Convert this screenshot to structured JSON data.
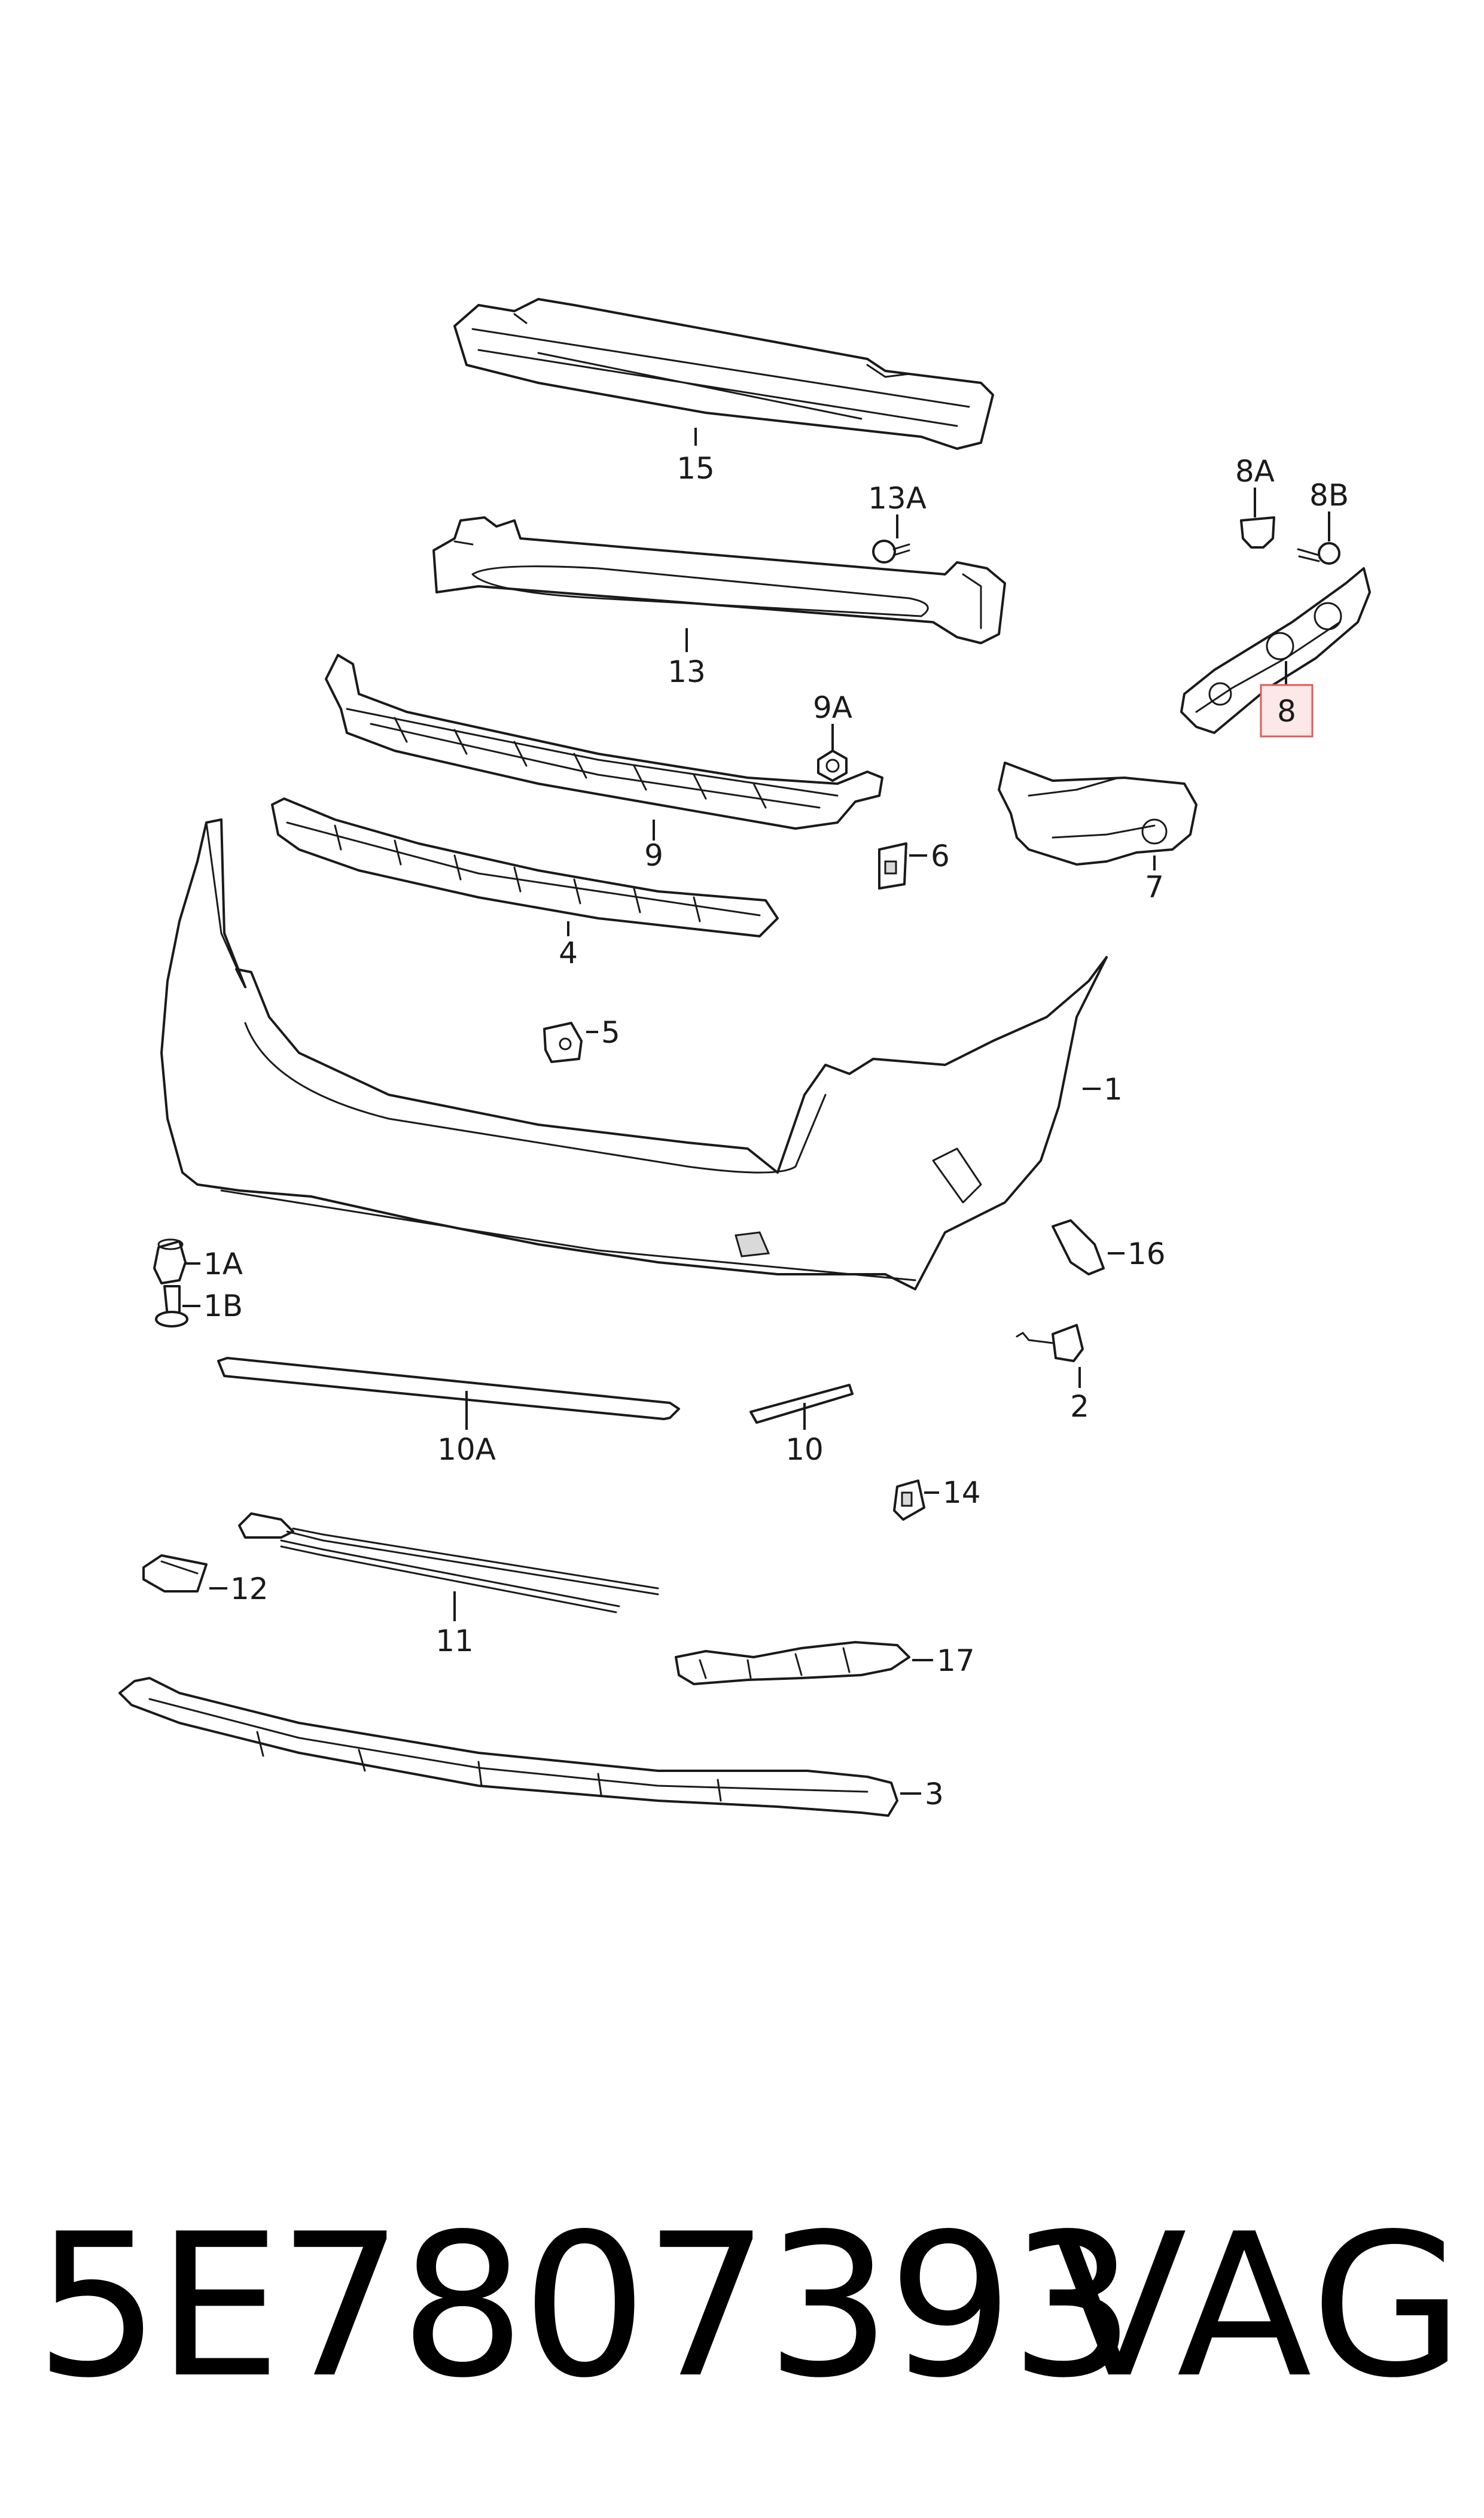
{
  "callouts": {
    "c15": "15",
    "c13A": "13A",
    "c13": "13",
    "c8A": "8A",
    "c8B": "8B",
    "c8": "8",
    "c9A": "9A",
    "c9": "9",
    "c6": "6",
    "c7": "7",
    "c4": "4",
    "c5": "5",
    "c1": "1",
    "c1A": "1A",
    "c1B": "1B",
    "c16": "16",
    "c2": "2",
    "c10A": "10A",
    "c10": "10",
    "c14": "14",
    "c12": "12",
    "c11": "11",
    "c17": "17",
    "c3": "3"
  },
  "highlighted_part": "8",
  "footer": {
    "part_number": "5E7807393",
    "brand": "VAG"
  }
}
